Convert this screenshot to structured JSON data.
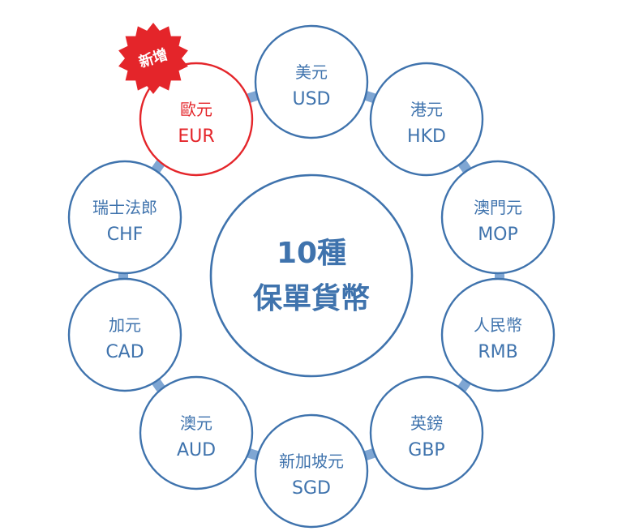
{
  "center": {
    "line1": "10種",
    "line2": "保單貨幣"
  },
  "badge": {
    "text": "新增",
    "color": "#e4252a"
  },
  "colors": {
    "primary": "#3f73ad",
    "ring": "#7fa6d3",
    "highlight": "#e4252a"
  },
  "currencies": [
    {
      "name": "美元",
      "code": "USD",
      "highlight": false
    },
    {
      "name": "港元",
      "code": "HKD",
      "highlight": false
    },
    {
      "name": "澳門元",
      "code": "MOP",
      "highlight": false
    },
    {
      "name": "人民幣",
      "code": "RMB",
      "highlight": false
    },
    {
      "name": "英鎊",
      "code": "GBP",
      "highlight": false
    },
    {
      "name": "新加坡元",
      "code": "SGD",
      "highlight": false
    },
    {
      "name": "澳元",
      "code": "AUD",
      "highlight": false
    },
    {
      "name": "加元",
      "code": "CAD",
      "highlight": false
    },
    {
      "name": "瑞士法郎",
      "code": "CHF",
      "highlight": false
    },
    {
      "name": "歐元",
      "code": "EUR",
      "highlight": true
    }
  ]
}
